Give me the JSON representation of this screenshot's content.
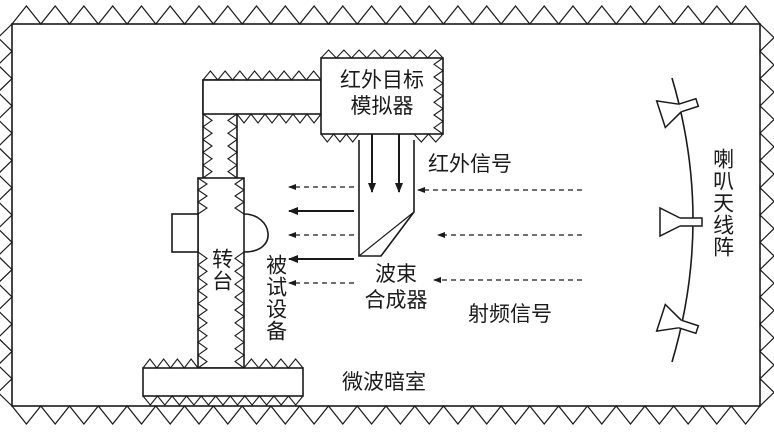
{
  "labels": {
    "ir_simulator_line1": "红外目标",
    "ir_simulator_line2": "模拟器",
    "ir_signal": "红外信号",
    "turntable": "转台",
    "device_under_test": "被试设备",
    "beam_combiner_line1": "波束",
    "beam_combiner_line2": "合成器",
    "rf_signal": "射频信号",
    "horn_array": "喇叭天线阵",
    "anechoic_chamber": "微波暗室"
  },
  "colors": {
    "stroke": "#1a1a1a",
    "background": "#ffffff"
  }
}
